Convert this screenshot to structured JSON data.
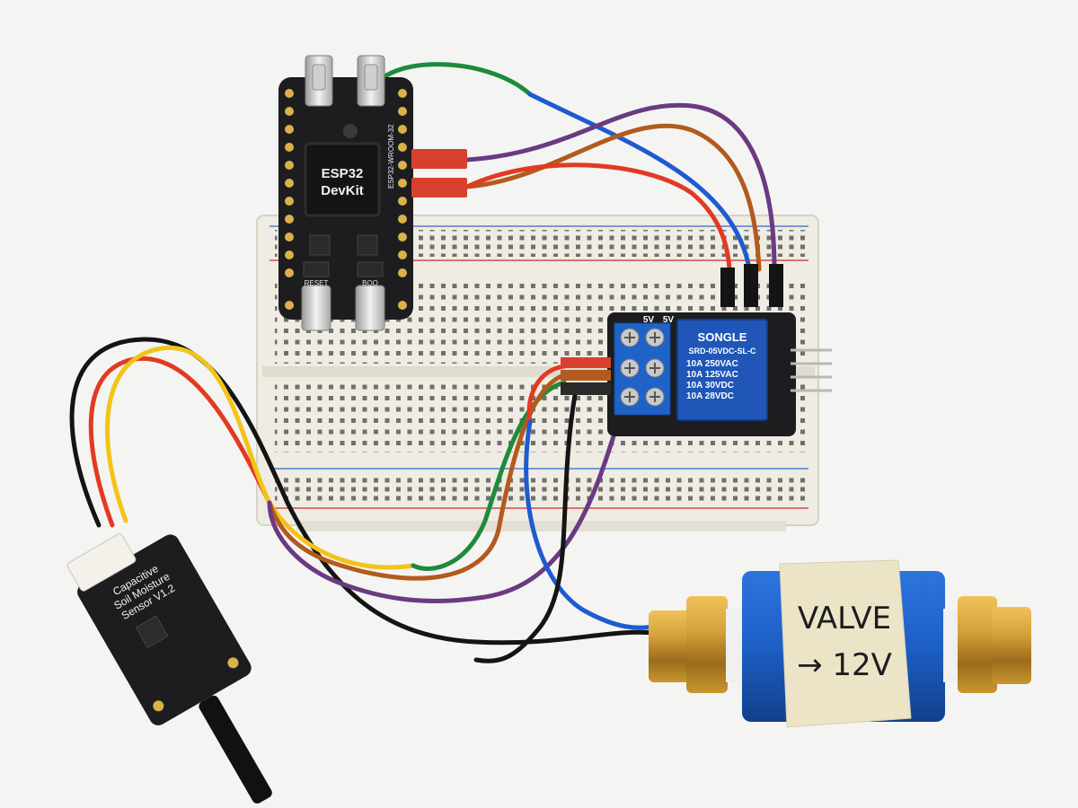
{
  "esp32": {
    "name_line1": "ESP32",
    "name_line2": "DevKit",
    "module_label": "ESP32-WROOM-32",
    "reset_label": "RESET",
    "boot_label": "BOO"
  },
  "relay": {
    "brand": "SONGLE",
    "model": "SRD-05VDC-SL-C",
    "ratings": [
      "10A 250VAC",
      "10A 125VAC",
      "10A 30VDC",
      "10A 28VDC"
    ],
    "terminal_labels": [
      "5V",
      "5V"
    ]
  },
  "soil_sensor": {
    "title_line1": "Capacitive",
    "title_line2": "Soil Moisture",
    "title_line3": "Sensor V1.2"
  },
  "valve": {
    "label_line1": "VALVE",
    "label_line2": "→ 12V"
  },
  "colors": {
    "background": "#f4f4f2",
    "pcb": "#1d1d1f",
    "breadboard": "#efece4",
    "relay_blue": "#1f56b8",
    "brass": "#c9962f",
    "valve_blue": "#1c5fc6",
    "wire_red": "#e23a22",
    "wire_blue": "#1e5bd1",
    "wire_green": "#1e8a3c",
    "wire_purple": "#6a3a82",
    "wire_brown": "#b35a1e",
    "wire_yellow": "#f2c419",
    "wire_black": "#141414"
  }
}
